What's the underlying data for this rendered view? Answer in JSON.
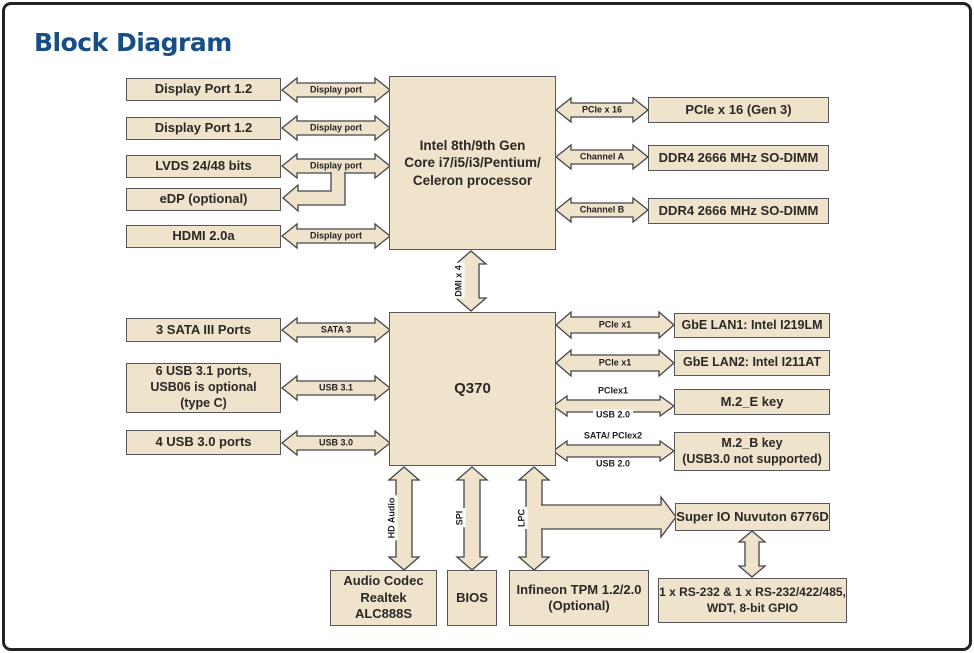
{
  "title": "Block Diagram",
  "blocks": {
    "dp1": "Display Port 1.2",
    "dp2": "Display Port 1.2",
    "lvds": "LVDS 24/48 bits",
    "edp": "eDP (optional)",
    "hdmi": "HDMI 2.0a",
    "sata": "3 SATA III Ports",
    "usb31": "6 USB 3.1 ports,\nUSB06 is optional\n(type C)",
    "usb30": "4 USB 3.0 ports",
    "cpu": "Intel 8th/9th Gen\nCore i7/i5/i3/Pentium/\nCeleron processor",
    "pch": "Q370",
    "pcie16": "PCIe x 16 (Gen 3)",
    "dimm_a": "DDR4 2666 MHz SO-DIMM",
    "dimm_b": "DDR4 2666 MHz SO-DIMM",
    "lan1": "GbE LAN1: Intel I219LM",
    "lan2": "GbE LAN2: Intel I211AT",
    "m2e": "M.2_E key",
    "m2b": "M.2_B key\n(USB3.0 not supported)",
    "audio": "Audio Codec\nRealtek ALC888S",
    "bios": "BIOS",
    "tpm": "Infineon TPM 1.2/2.0\n(Optional)",
    "superio": "Super IO Nuvuton 6776D",
    "serial": "1 x RS-232 & 1 x RS-232/422/485,\nWDT, 8-bit GPIO"
  },
  "buses": {
    "dp1": "Display port",
    "dp2": "Display port",
    "dp3": "Display port",
    "dp4": "Display port",
    "pcie16": "PCIe x 16",
    "chan_a": "Channel A",
    "chan_b": "Channel B",
    "dmi": "DMI x 4",
    "sata3": "SATA 3",
    "usb31": "USB 3.1",
    "usb30": "USB 3.0",
    "pcie_x1_a": "PCIe x1",
    "pcie_x1_b": "PCIe x1",
    "pciex1": "PCIex1",
    "usb20_a": "USB 2.0",
    "sata_pciex2": "SATA/ PCIex2",
    "usb20_b": "USB 2.0",
    "hd_audio": "HD Audio",
    "spi": "SPI",
    "lpc": "LPC"
  },
  "colors": {
    "block_fill": "#efe3cc",
    "block_border": "#57575b",
    "arrow_outline": "#454548",
    "title_blue": "#164e85",
    "text": "#2a2826",
    "frame": "#232326",
    "background": "#ffffff"
  }
}
